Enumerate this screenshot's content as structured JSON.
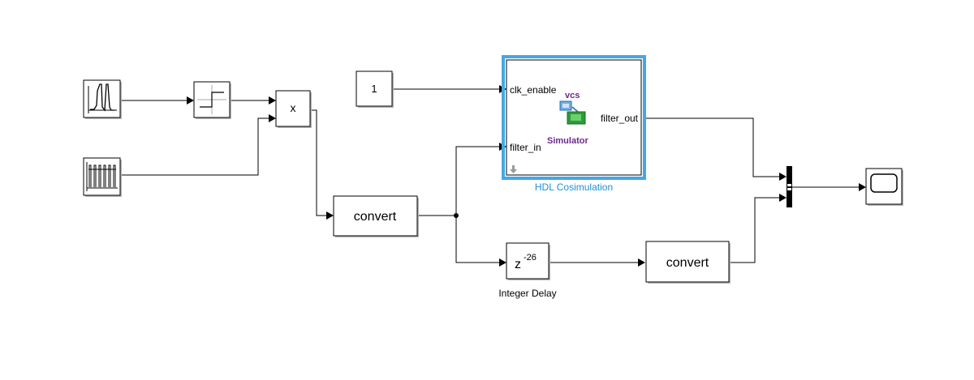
{
  "blocks": {
    "constant": {
      "value": "1"
    },
    "product": {
      "label": "x"
    },
    "convert_top": {
      "label": "convert"
    },
    "convert_bottom": {
      "label": "convert"
    },
    "integer_delay": {
      "base": "z",
      "exponent": "-26",
      "caption": "Integer Delay"
    },
    "hdl_cosim": {
      "caption": "HDL Cosimulation",
      "ports": {
        "in1": "clk_enable",
        "in2": "filter_in",
        "out1": "filter_out"
      },
      "logo_top": "vcs",
      "logo_bottom": "Simulator"
    }
  },
  "icons": {
    "signal_source": "waveform-icon",
    "quantizer": "step-icon",
    "pulse_source": "pulse-train-icon",
    "mux": "mux-bar",
    "scope": "scope-icon"
  },
  "colors": {
    "selection": "#45a7e6",
    "caption_selected": "#1f8fd6",
    "block_stroke": "#000000",
    "block_shadow": "#b5b5b5",
    "logo_purple": "#6a2a8c",
    "logo_green": "#2e9a3a"
  }
}
